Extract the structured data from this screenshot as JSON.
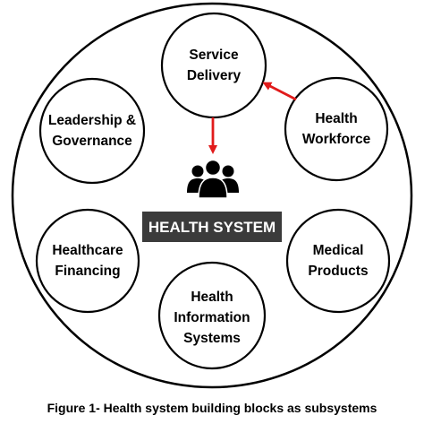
{
  "blocks": {
    "service_delivery": {
      "line1": "Service",
      "line2": "Delivery"
    },
    "leadership": {
      "line1": "Leadership &",
      "line2": "Governance"
    },
    "health_workforce": {
      "line1": "Health",
      "line2": "Workforce"
    },
    "healthcare_financing": {
      "line1": "Healthcare",
      "line2": "Financing"
    },
    "medical_products": {
      "line1": "Medical",
      "line2": "Products"
    },
    "his": {
      "line1": "Health",
      "line2": "Information",
      "line3": "Systems"
    }
  },
  "center": {
    "label": "HEALTH SYSTEM",
    "icon": "people-group-icon"
  },
  "caption": "Figure 1- Health system building blocks as subsystems",
  "colors": {
    "arrow": "#e11b1b",
    "center_box": "#3b3b3b",
    "stroke": "#000000"
  }
}
